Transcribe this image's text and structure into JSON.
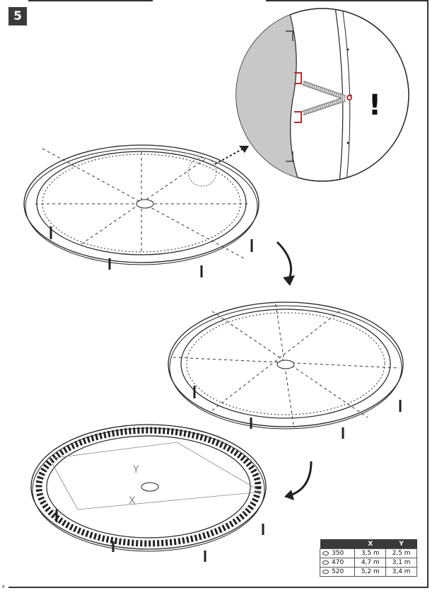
{
  "step": {
    "number": "5"
  },
  "warning": {
    "symbol": "!"
  },
  "table": {
    "headers": [
      "",
      "X",
      "Y"
    ],
    "rows": [
      {
        "model": "350",
        "x": "3,5 m",
        "y": "2,5 m"
      },
      {
        "model": "470",
        "x": "4,7 m",
        "y": "3,1 m"
      },
      {
        "model": "520",
        "x": "5,2 m",
        "y": "3,4 m"
      }
    ]
  },
  "dimension_labels": {
    "x": "X",
    "y": "Y"
  },
  "page": {
    "number": "6"
  }
}
